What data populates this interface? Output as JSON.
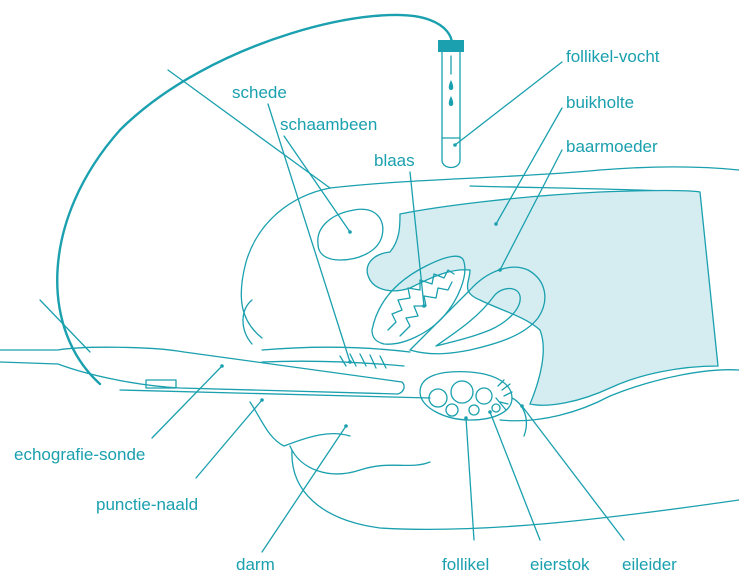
{
  "labels": {
    "follikel_vocht": "follikel-vocht",
    "buikholte": "buikholte",
    "baarmoeder": "baarmoeder",
    "schede": "schede",
    "schaambeen": "schaambeen",
    "blaas": "blaas",
    "echografie_sonde": "echografie-sonde",
    "punctie_naald": "punctie-naald",
    "darm": "darm",
    "follikel": "follikel",
    "eierstok": "eierstok",
    "eileider": "eileider"
  },
  "colors": {
    "line": "#1aa0ae",
    "fill": "#d5edf1",
    "background": "#ffffff"
  }
}
